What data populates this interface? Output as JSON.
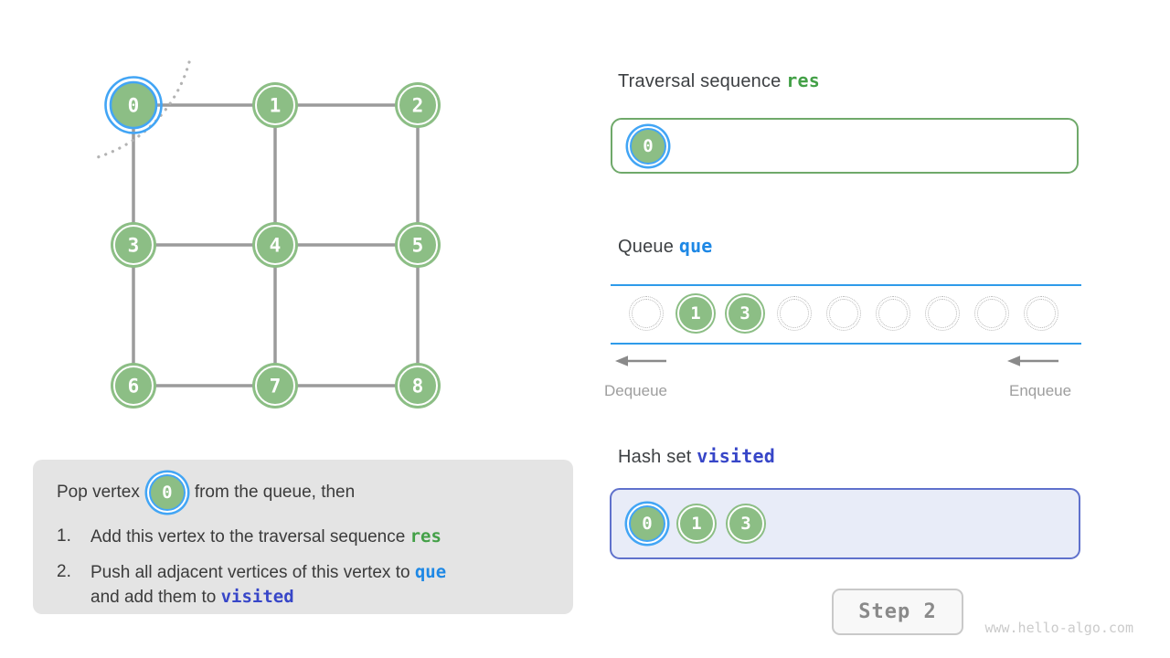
{
  "graph": {
    "vertices": [
      {
        "label": "0",
        "state": "current"
      },
      {
        "label": "1",
        "state": "normal"
      },
      {
        "label": "2",
        "state": "normal"
      },
      {
        "label": "3",
        "state": "normal"
      },
      {
        "label": "4",
        "state": "normal"
      },
      {
        "label": "5",
        "state": "normal"
      },
      {
        "label": "6",
        "state": "normal"
      },
      {
        "label": "7",
        "state": "normal"
      },
      {
        "label": "8",
        "state": "normal"
      }
    ],
    "edges": [
      "0-1",
      "1-2",
      "3-4",
      "4-5",
      "6-7",
      "7-8",
      "0-3",
      "3-6",
      "1-4",
      "4-7",
      "2-5",
      "5-8"
    ]
  },
  "sections": {
    "res": {
      "title": "Traversal sequence",
      "code": "res",
      "items": [
        {
          "label": "0",
          "state": "current"
        }
      ]
    },
    "queue": {
      "title": "Queue",
      "code": "que",
      "cells": [
        {
          "state": "empty"
        },
        {
          "label": "1",
          "state": "filled"
        },
        {
          "label": "3",
          "state": "filled"
        },
        {
          "state": "empty"
        },
        {
          "state": "empty"
        },
        {
          "state": "empty"
        },
        {
          "state": "empty"
        },
        {
          "state": "empty"
        },
        {
          "state": "empty"
        }
      ],
      "dequeue_label": "Dequeue",
      "enqueue_label": "Enqueue"
    },
    "visited": {
      "title": "Hash set",
      "code": "visited",
      "items": [
        {
          "label": "0",
          "state": "current"
        },
        {
          "label": "1",
          "state": "normal"
        },
        {
          "label": "3",
          "state": "normal"
        }
      ]
    }
  },
  "explanation": {
    "intro_prefix": "Pop vertex",
    "intro_vertex": "0",
    "intro_suffix": "from the queue, then",
    "step1_num": "1.",
    "step1_text": "Add this vertex to the traversal sequence",
    "step1_code": "res",
    "step2_num": "2.",
    "step2_text_a": "Push all adjacent vertices of this vertex to",
    "step2_code_a": "que",
    "step2_text_b": "and add them to",
    "step2_code_b": "visited"
  },
  "footer": {
    "step_label": "Step 2",
    "watermark": "www.hello-algo.com"
  },
  "colors": {
    "vertex_green": "#8cbe85",
    "current_blue": "#42a5f5",
    "edge_gray": "#9b9b9b",
    "code_green": "#43a047",
    "code_blue": "#1e88e5",
    "code_indigo": "#3746c8",
    "queue_line_blue": "#2e9bea",
    "visited_bg": "#e8ecf8",
    "visited_border": "#5f71cc",
    "explain_bg": "#e4e4e4"
  }
}
